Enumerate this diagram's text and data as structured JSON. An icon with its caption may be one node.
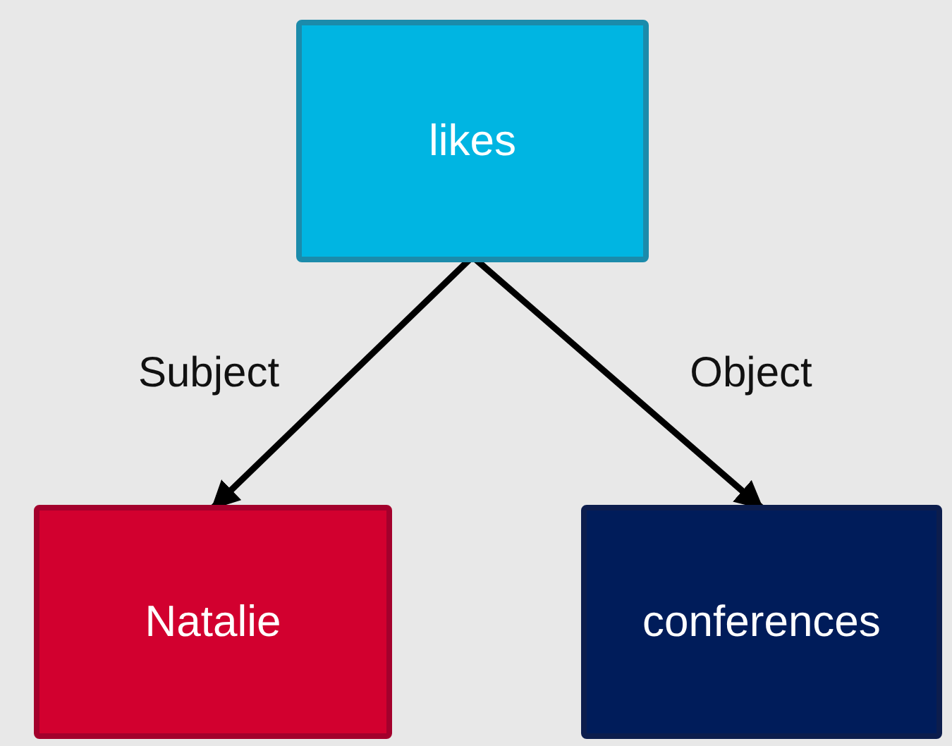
{
  "diagram": {
    "nodes": [
      {
        "text": [
          "likes"
        ]
      },
      {
        "text": [
          "Natalie"
        ]
      },
      {
        "text": [
          "conferences"
        ]
      }
    ],
    "edges": [
      {
        "from": 0,
        "to": 1,
        "arrow": "to",
        "label": "Subject"
      },
      {
        "from": 0,
        "to": 2,
        "arrow": "to",
        "label": "Object"
      }
    ]
  }
}
